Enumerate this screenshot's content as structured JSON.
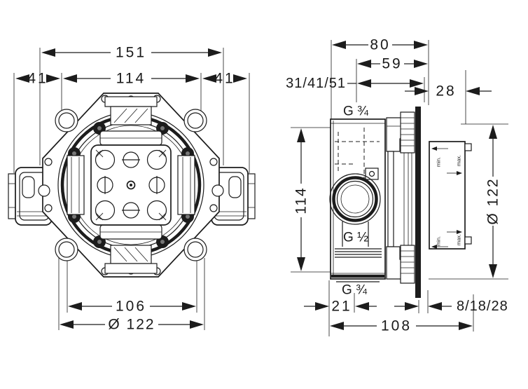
{
  "front_view": {
    "dim_total_width": "151",
    "dim_box_width": "114",
    "dim_side_left": "41",
    "dim_side_right": "41",
    "dim_hole_spacing": "106",
    "dim_diameter": "Ø 122"
  },
  "side_view": {
    "dim_total_depth": "80",
    "dim_body_depth": "59",
    "dim_install_depth_range": "31/41/51",
    "dim_front_clearance": "28",
    "dim_height": "114",
    "dim_diameter": "Ø 122",
    "port_top": "G ¾",
    "port_middle": "G ½",
    "port_bottom": "G ¾",
    "dim_port_inset": "21",
    "dim_finish_depth_range": "8/18/28",
    "dim_base_width": "108",
    "label_min": "min.",
    "label_max": "max."
  },
  "colors": {
    "line": "#1c1c1c",
    "text": "#1a1a1a",
    "background": "#ffffff"
  }
}
